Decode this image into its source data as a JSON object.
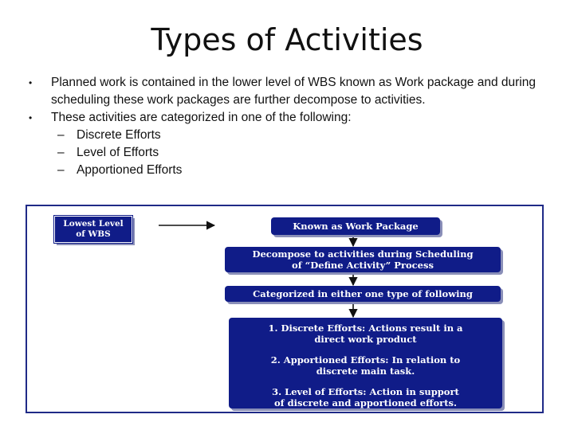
{
  "slide": {
    "title": "Types of Activities",
    "bullets": [
      "Planned work is contained in the lower level of WBS known as Work package and during scheduling these work packages are further decompose to activities.",
      "These activities are categorized in one of the following:"
    ],
    "sub_items": [
      "Discrete Efforts",
      "Level of Efforts",
      "Apportioned Efforts"
    ],
    "bullet_glyph": "•",
    "dash_glyph": "–"
  },
  "diagram": {
    "colors": {
      "box_fill": "#101c88",
      "box_text": "#ffffff",
      "frame": "#1f2a87",
      "arrow": "#111111"
    },
    "lowest_level": {
      "line1": "Lowest Level",
      "line2": "of WBS"
    },
    "work_package": "Known as Work Package",
    "decompose": {
      "line1": "Decompose to activities during Scheduling",
      "line2": "of “Define Activity” Process"
    },
    "categorized": "Categorized in either one type of following",
    "types": [
      {
        "label": "1. Discrete Efforts:",
        "desc_line1": "Actions result in a",
        "desc_line2": "direct work product"
      },
      {
        "label": "2. Apportioned Efforts:",
        "desc_line1": "In relation to",
        "desc_line2": "discrete main task."
      },
      {
        "label": "3. Level of Efforts:",
        "desc_line1": "Action in support",
        "desc_line2": "of discrete and apportioned efforts."
      }
    ]
  }
}
